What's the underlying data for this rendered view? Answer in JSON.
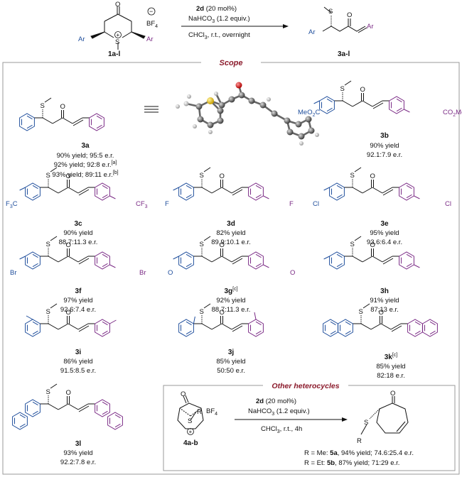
{
  "reaction": {
    "reactant_label": "1a-l",
    "catalyst": "2d",
    "catalyst_loading": "(20 mol%)",
    "base": "NaHCO",
    "base_sub": "3",
    "base_amount": "(1.2 equiv.)",
    "solvent": "CHCl",
    "solvent_sub": "3",
    "conditions": ", r.t., overnight",
    "product_label": "3a-l",
    "counterion": "BF",
    "counterion_sub": "4",
    "ar": "Ar"
  },
  "scope_title": "Scope",
  "compounds": [
    {
      "id": "3a",
      "lines": [
        "90% yield; 95:5 e.r.",
        "92% yield; 92:8 e.r.",
        "93% yield; 89:11 e.r."
      ],
      "notes": [
        "",
        "[a]",
        "[b]"
      ]
    },
    {
      "id": "3b",
      "lines": [
        "90% yield",
        "92.1:7.9 e.r."
      ],
      "sub_left": "MeO",
      "sub_left_sub": "2",
      "sub_left_tail": "C",
      "sub_right": "CO",
      "sub_right_sub": "2",
      "sub_right_tail": "Me"
    },
    {
      "id": "3c",
      "lines": [
        "90% yield",
        "88.7:11.3 e.r."
      ],
      "sub_left": "F",
      "sub_left_sub": "3",
      "sub_left_tail": "C",
      "sub_right": "CF",
      "sub_right_sub": "3"
    },
    {
      "id": "3d",
      "lines": [
        "82% yield",
        "89.9:10.1 e.r."
      ],
      "sub": "F"
    },
    {
      "id": "3e",
      "lines": [
        "95% yield",
        "93.6:6.4 e.r."
      ],
      "sub": "Cl"
    },
    {
      "id": "3f",
      "lines": [
        "97% yield",
        "92.6:7.4 e.r."
      ],
      "sub": "Br"
    },
    {
      "id": "3g",
      "note": "[c]",
      "lines": [
        "92% yield",
        "88.7:11.3 e.r."
      ]
    },
    {
      "id": "3h",
      "lines": [
        "91% yield",
        "87:13 e.r."
      ]
    },
    {
      "id": "3i",
      "lines": [
        "86% yield",
        "91.5:8.5 e.r."
      ]
    },
    {
      "id": "3j",
      "lines": [
        "85% yield",
        "50:50 e.r."
      ]
    },
    {
      "id": "3k",
      "note": "[c]",
      "lines": [
        "85% yield",
        "82:18 e.r."
      ]
    },
    {
      "id": "3l",
      "lines": [
        "93% yield",
        "92.2:7.8 e.r."
      ]
    }
  ],
  "other": {
    "title": "Other heterocycles",
    "reactant_label": "4a-b",
    "r_label": "R",
    "counterion": "BF",
    "counterion_sub": "4",
    "catalyst": "2d",
    "catalyst_loading": "(20 mol%)",
    "base": "NaHCO",
    "base_sub": "3",
    "base_amount": "(1.2 equiv.)",
    "solvent": "CHCl",
    "solvent_sub": "3",
    "conditions": ", r.t., 4h",
    "result_1_prefix": "R = Me: ",
    "result_1_id": "5a",
    "result_1_text": ", 94% yield; 74.6:25.4 e.r.",
    "result_2_prefix": "R = Et: ",
    "result_2_id": "5b",
    "result_2_text": ", 87% yield; 71:29 e.r."
  },
  "atoms": {
    "s": "S",
    "o": "O",
    "plus": "+",
    "minus": "−"
  },
  "colors": {
    "ar_left": "#1f4e9c",
    "ar_right": "#7a2a85",
    "title": "#8b1a2b",
    "frame": "#999999"
  }
}
